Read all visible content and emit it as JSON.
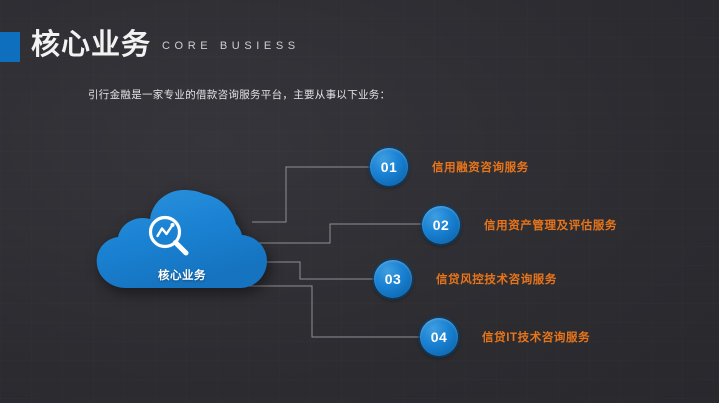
{
  "header": {
    "title": "核心业务",
    "subtitle": "CORE BUSIESS",
    "description": "引行金融是一家专业的借款咨询服务平台，主要从事以下业务：",
    "accent_color": "#0d6fbd"
  },
  "center": {
    "label": "核心业务",
    "icon": "magnifier-chart-icon",
    "shape": "cloud",
    "color": "#1a82d4"
  },
  "items": [
    {
      "number": "01",
      "label": "信用融资咨询服务"
    },
    {
      "number": "02",
      "label": "信用资产管理及评估服务"
    },
    {
      "number": "03",
      "label": "信贷风控技术咨询服务"
    },
    {
      "number": "04",
      "label": "信贷IT技术咨询服务"
    }
  ],
  "colors": {
    "background": "#2f2f34",
    "badge_blue": "#1a82d4",
    "label_orange": "#e8751a",
    "title_white": "#f2f2f2",
    "connector": "#8f9096"
  }
}
